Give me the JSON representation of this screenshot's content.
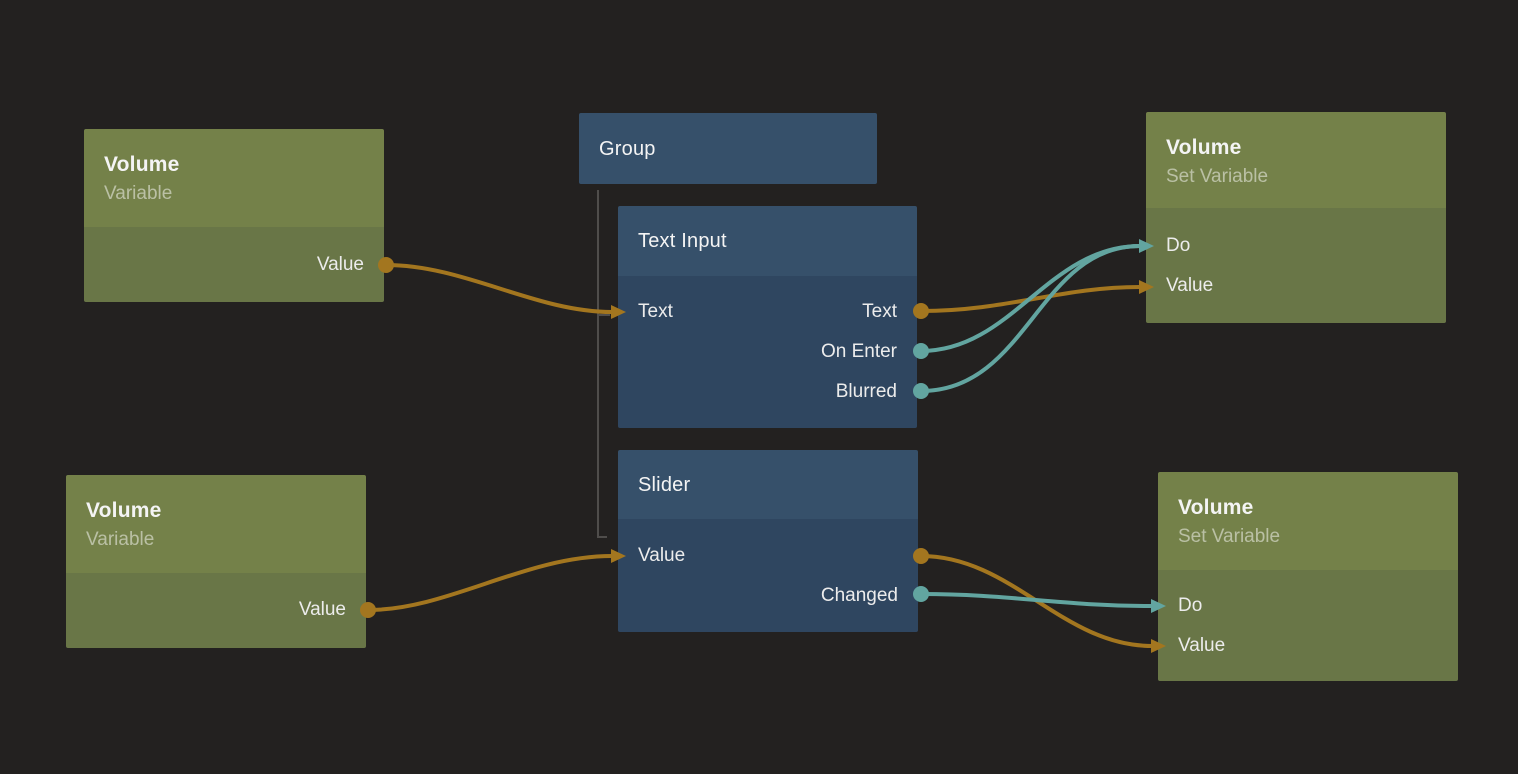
{
  "graph": {
    "background": "#232120",
    "colors": {
      "signal_wire": "#a3761f",
      "event_wire": "#62a5a0",
      "group_child_line": "#4f4d4b",
      "green_node_header": "#748149",
      "green_node_body": "#697647",
      "blue_node_header": "#36506a",
      "blue_node_body": "#2f4660"
    },
    "nodes": {
      "variable_top": {
        "title": "Volume",
        "subtitle": "Variable",
        "ports": {
          "value_out": "Value"
        }
      },
      "variable_bottom": {
        "title": "Volume",
        "subtitle": "Variable",
        "ports": {
          "value_out": "Value"
        }
      },
      "group": {
        "title": "Group"
      },
      "text_input": {
        "title": "Text Input",
        "ports": {
          "text_in": "Text",
          "text_out": "Text",
          "on_enter_out": "On Enter",
          "blurred_out": "Blurred"
        }
      },
      "slider": {
        "title": "Slider",
        "ports": {
          "value_in": "Value",
          "changed_out": "Changed"
        }
      },
      "set_variable_top": {
        "title": "Volume",
        "subtitle": "Set Variable",
        "ports": {
          "do_in": "Do",
          "value_in": "Value"
        }
      },
      "set_variable_bottom": {
        "title": "Volume",
        "subtitle": "Set Variable",
        "ports": {
          "do_in": "Do",
          "value_in": "Value"
        }
      }
    },
    "connections": [
      {
        "from": "variable_top.Value",
        "to": "text_input.Text",
        "type": "signal"
      },
      {
        "from": "text_input.Text",
        "to": "set_variable_top.Value",
        "type": "signal"
      },
      {
        "from": "text_input.On Enter",
        "to": "set_variable_top.Do",
        "type": "event"
      },
      {
        "from": "text_input.Blurred",
        "to": "set_variable_top.Do",
        "type": "event"
      },
      {
        "from": "variable_bottom.Value",
        "to": "slider.Value",
        "type": "signal"
      },
      {
        "from": "slider.Value",
        "to": "set_variable_bottom.Value",
        "type": "signal"
      },
      {
        "from": "slider.Changed",
        "to": "set_variable_bottom.Do",
        "type": "event"
      },
      {
        "from": "group",
        "to": "text_input",
        "type": "child"
      },
      {
        "from": "group",
        "to": "slider",
        "type": "child"
      }
    ]
  }
}
